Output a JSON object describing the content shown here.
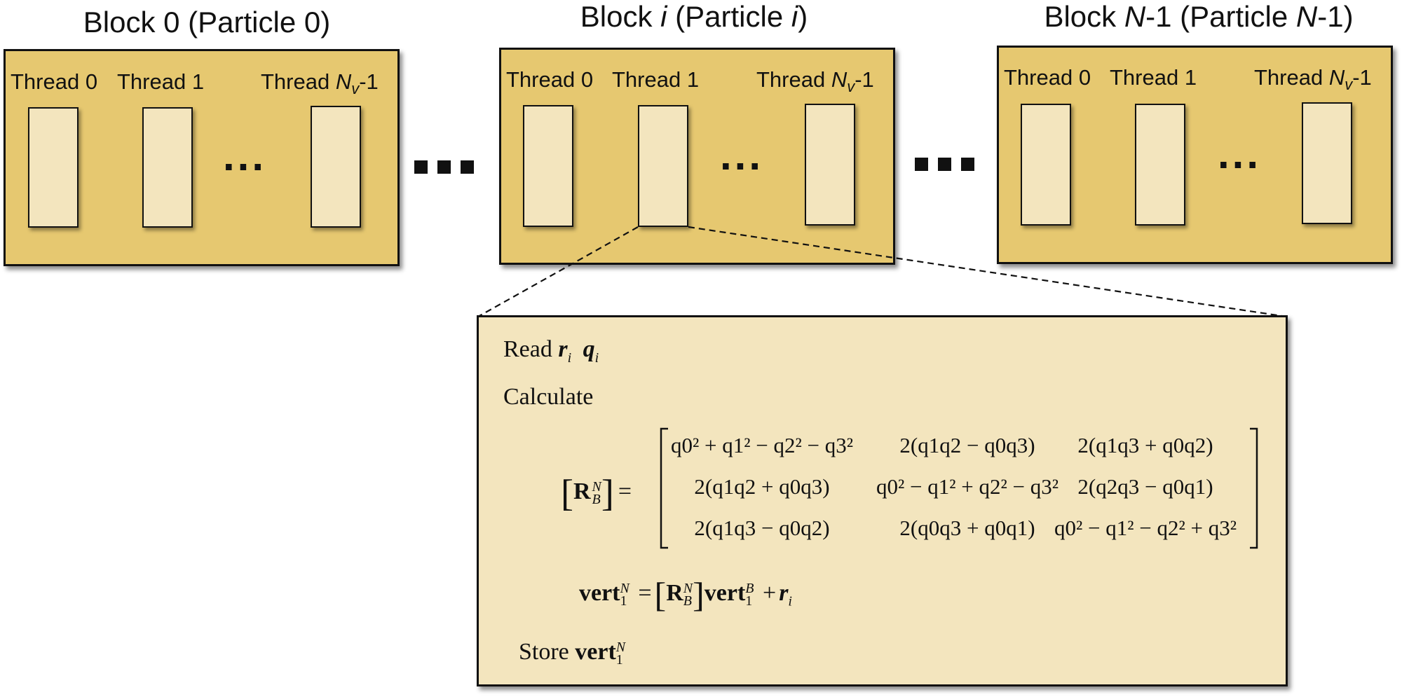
{
  "blocks": [
    {
      "title_parts": [
        "Block 0 (Particle 0)"
      ],
      "threads": [
        {
          "label": "Thread 0"
        },
        {
          "label": "Thread 1"
        },
        {
          "label_parts": [
            "Thread ",
            "N",
            "v",
            "-1"
          ]
        }
      ],
      "ellipsis": "..."
    },
    {
      "title_parts": [
        "Block ",
        "i",
        " (Particle ",
        "i",
        ")"
      ],
      "threads": [
        {
          "label": "Thread 0"
        },
        {
          "label": "Thread 1"
        },
        {
          "label_parts": [
            "Thread ",
            "N",
            "v",
            "-1"
          ]
        }
      ],
      "ellipsis": "..."
    },
    {
      "title_parts": [
        "Block ",
        "N",
        "-1 (Particle ",
        "N",
        "-1)"
      ],
      "threads": [
        {
          "label": "Thread 0"
        },
        {
          "label": "Thread 1"
        },
        {
          "label_parts": [
            "Thread ",
            "N",
            "v",
            "-1"
          ]
        }
      ],
      "ellipsis": "..."
    }
  ],
  "detail": {
    "read_label": "Read",
    "read_vars": [
      {
        "base": "r",
        "sub": "i"
      },
      {
        "base": "q",
        "sub": "i"
      }
    ],
    "calculate_label": "Calculate",
    "rotation_matrix": {
      "lhs": {
        "base": "R",
        "sup": "N",
        "sub": "B"
      },
      "rows": [
        [
          "q0² + q1² − q2² − q3²",
          "2(q1q2 − q0q3)",
          "2(q1q3 + q0q2)"
        ],
        [
          "2(q1q2 + q0q3)",
          "q0² − q1² + q2² − q3²",
          "2(q2q3 − q0q1)"
        ],
        [
          "2(q1q3 − q0q2)",
          "2(q0q3 + q0q1)",
          "q0² − q1² − q2² + q3²"
        ]
      ]
    },
    "vert_equation": {
      "lhs": {
        "base": "vert",
        "sub": "1",
        "sup": "N"
      },
      "rhs_vert": {
        "base": "vert",
        "sub": "1",
        "sup": "B"
      },
      "plus": "+",
      "r": {
        "base": "r",
        "sub": "i"
      }
    },
    "store_label": "Store",
    "store_var": {
      "base": "vert",
      "sub": "1",
      "sup": "N"
    }
  }
}
